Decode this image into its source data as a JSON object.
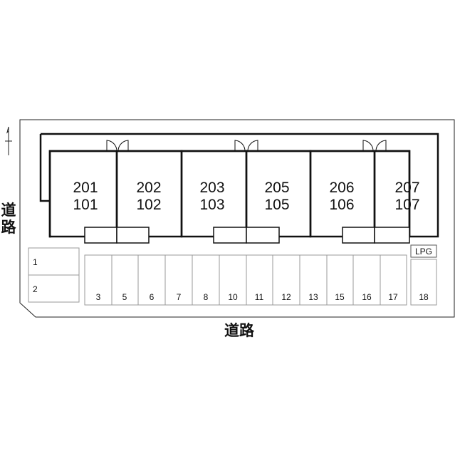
{
  "roads": {
    "bottom": "道路",
    "left_line1": "道",
    "left_line2": "路"
  },
  "units": [
    {
      "upper": "201",
      "lower": "101"
    },
    {
      "upper": "202",
      "lower": "102"
    },
    {
      "upper": "203",
      "lower": "103"
    },
    {
      "upper": "205",
      "lower": "105"
    },
    {
      "upper": "206",
      "lower": "106"
    },
    {
      "upper": "207",
      "lower": "107"
    }
  ],
  "parking_left": [
    "1",
    "2"
  ],
  "parking_row": [
    "3",
    "5",
    "6",
    "7",
    "8",
    "10",
    "11",
    "12",
    "13",
    "15",
    "16",
    "17",
    "18"
  ],
  "lpg_label": "LPG",
  "north_arrow_icon": "north-arrow-icon"
}
